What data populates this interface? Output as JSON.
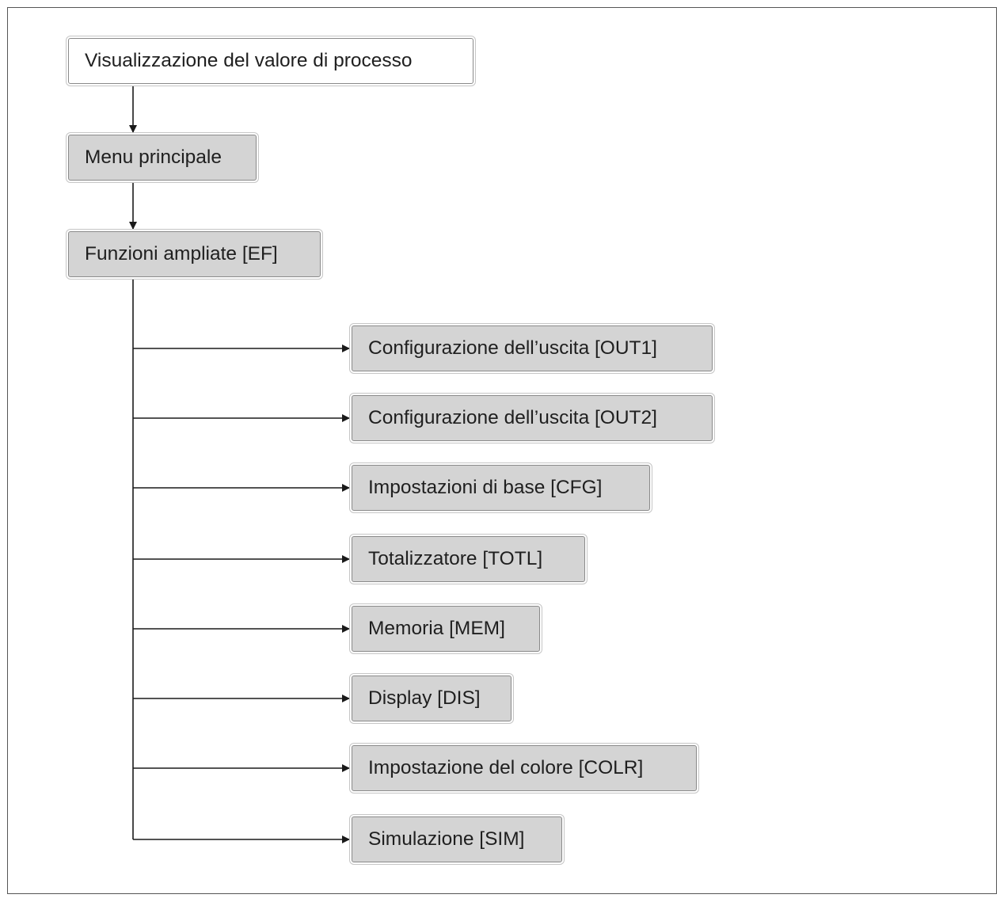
{
  "diagram": {
    "root": {
      "label": "Visualizzazione del valore di processo"
    },
    "main_menu": {
      "label": "Menu principale"
    },
    "extended_functions": {
      "label": "Funzioni ampliate [EF]"
    },
    "submenus": [
      {
        "label": "Configurazione dell’uscita [OUT1]"
      },
      {
        "label": "Configurazione dell’uscita [OUT2]"
      },
      {
        "label": "Impostazioni di base [CFG]"
      },
      {
        "label": "Totalizzatore [TOTL]"
      },
      {
        "label": "Memoria [MEM]"
      },
      {
        "label": "Display [DIS]"
      },
      {
        "label": "Impostazione del colore [COLR]"
      },
      {
        "label": "Simulazione [SIM]"
      }
    ],
    "colors": {
      "box_fill_grey": "#d4d4d4",
      "box_fill_white": "#ffffff",
      "line": "#1a1a1a",
      "frame": "#555555"
    }
  }
}
